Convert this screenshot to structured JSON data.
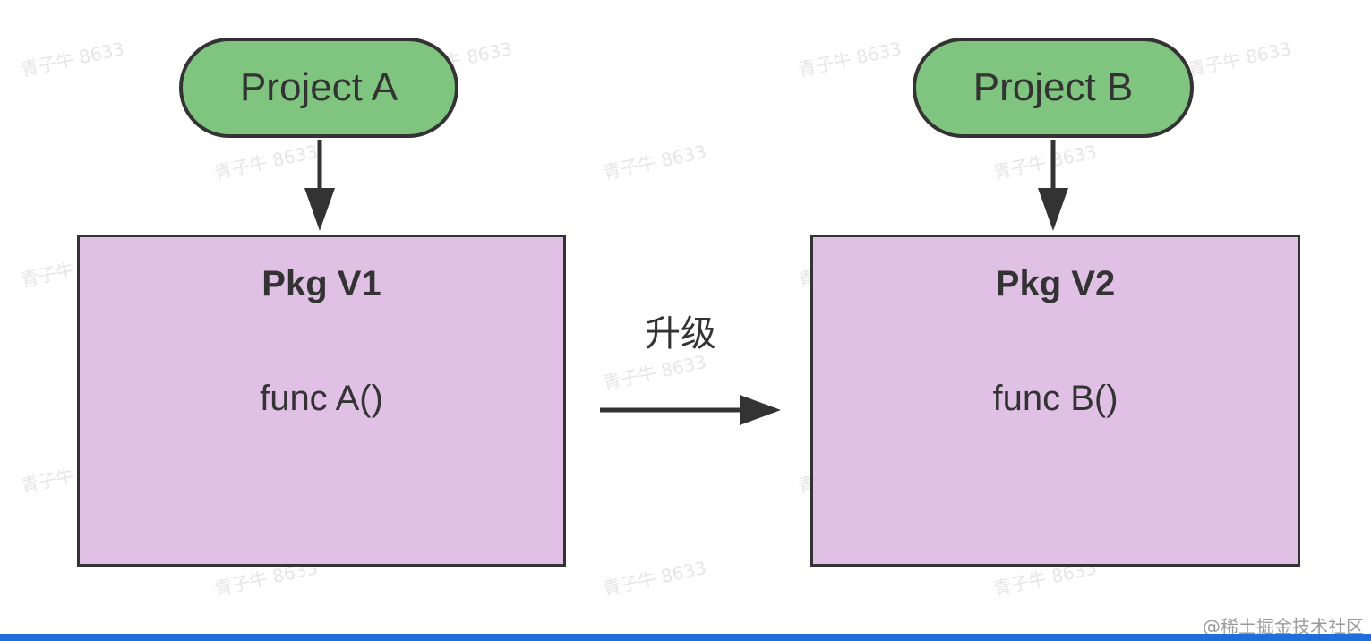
{
  "colors": {
    "project_fill": "#7fc47f",
    "pkg_fill": "#e1c0e6",
    "stroke": "#333333",
    "footer_bar": "#1e6fd9"
  },
  "diagram": {
    "left": {
      "project_label": "Project A",
      "pkg_title": "Pkg V1",
      "pkg_func": "func A()"
    },
    "right": {
      "project_label": "Project B",
      "pkg_title": "Pkg V2",
      "pkg_func": "func B()"
    },
    "upgrade_label": "升级"
  },
  "watermark_text": "青子牛 8633",
  "footer": {
    "credit": "@稀土掘金技术社区"
  }
}
